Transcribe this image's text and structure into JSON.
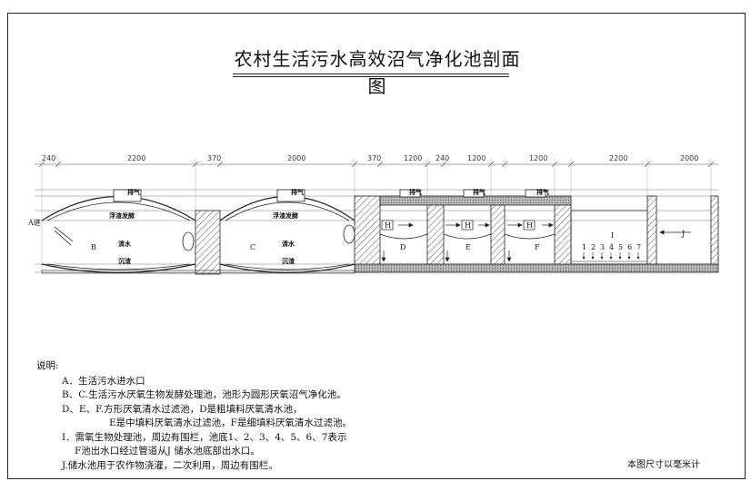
{
  "title": "农村生活污水高效沼气净化池剖面图",
  "dimensions": [
    "240",
    "2200",
    "370",
    "2000",
    "370",
    "1200",
    "240",
    "1200",
    "1200",
    "2200",
    "2000"
  ],
  "labels": {
    "exhaust": "排气",
    "inlet": "A进",
    "floating_ferment": "浮渣发酵",
    "clear_water": "清水",
    "sediment": "沉渣",
    "tank_b": "B",
    "tank_c": "C",
    "tank_d": "D",
    "tank_e": "E",
    "tank_f": "F",
    "tank_i": "I",
    "tank_j": "J",
    "tank_h": "H",
    "numbers": [
      "1",
      "2",
      "3",
      "4",
      "5",
      "6",
      "7"
    ]
  },
  "notes": {
    "heading": "说明:",
    "items": [
      "A．生活污水进水口",
      "B、C.生活污水厌氧生物发酵处理池，池形为圆形厌氧沼气净化池。",
      "D、E、F.方形厌氧清水过滤池，D是粗填料厌氧清水池，",
      "E是中填料厌氧清水过滤池，F是细填料厌氧清水过滤池。",
      "I．需氧生物处理池，周边有围栏，池底1、2、3、4、5、6、7表示",
      "F池出水口经过管道从J 储水池底部出水口。",
      "J.储水池用于农作物浇灌，二次利用，周边有围栏。"
    ]
  },
  "scale_note": "本图尺寸以毫米计"
}
